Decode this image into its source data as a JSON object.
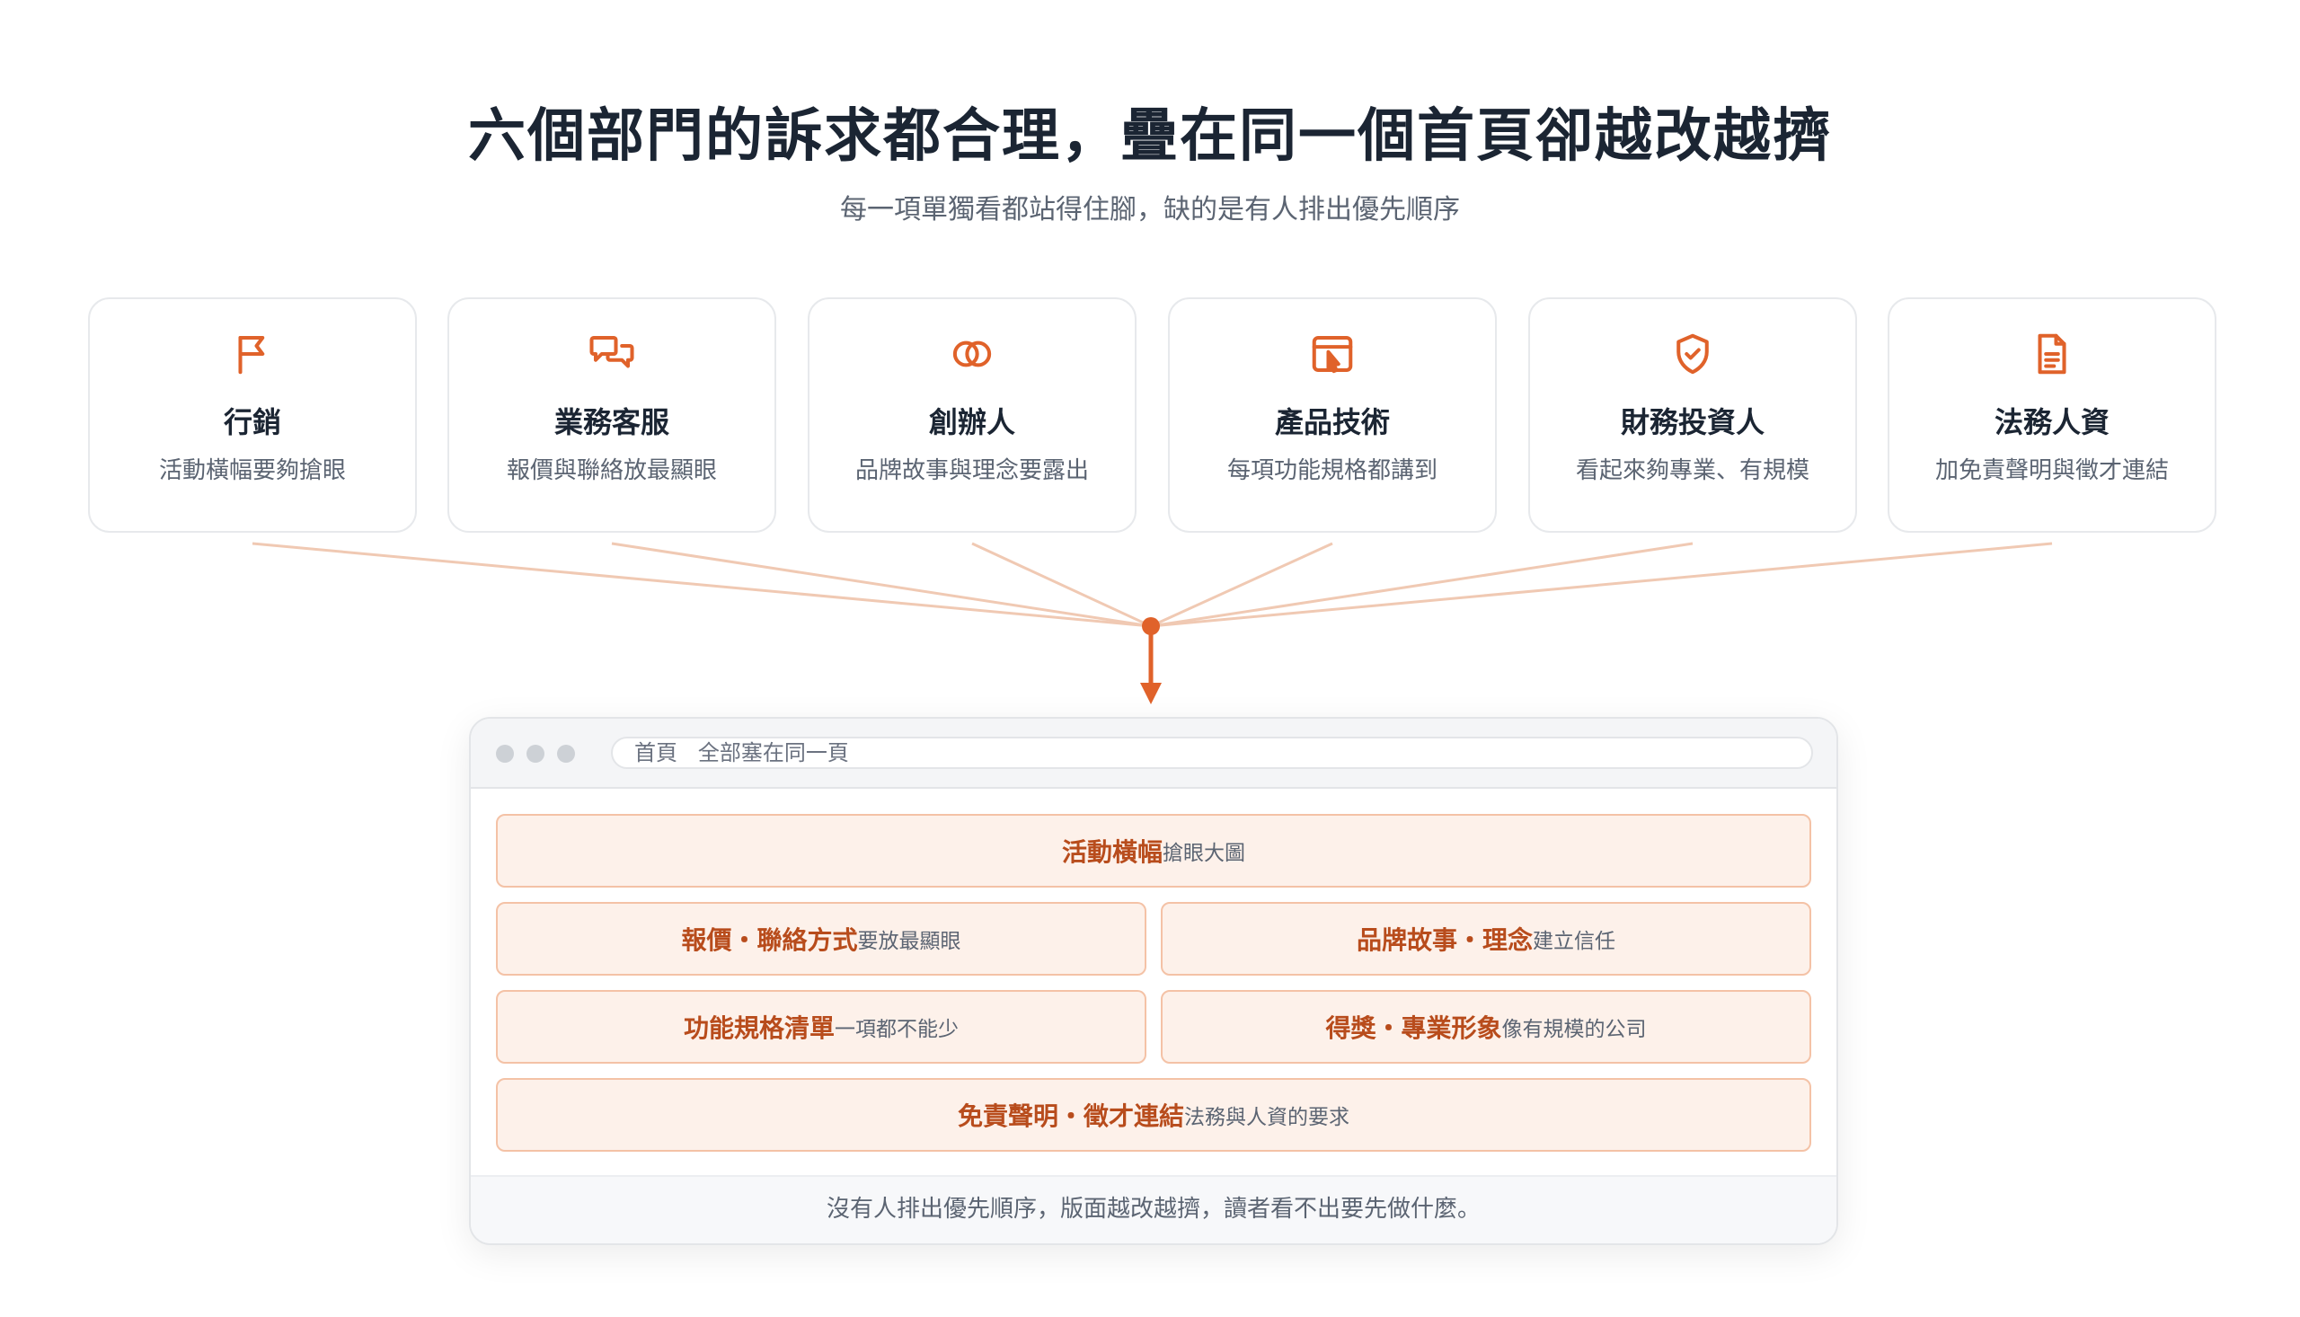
{
  "header": {
    "title": "六個部門的訴求都合理，疊在同一個首頁卻越改越擠",
    "subtitle": "每一項單獨看都站得住腳，缺的是有人排出優先順序"
  },
  "departments": [
    {
      "name": "行銷",
      "desc": "活動橫幅要夠搶眼",
      "icon": "flag-icon"
    },
    {
      "name": "業務客服",
      "desc": "報價與聯絡放最顯眼",
      "icon": "chat-bubbles-icon"
    },
    {
      "name": "創辦人",
      "desc": "品牌故事與理念要露出",
      "icon": "linked-rings-icon"
    },
    {
      "name": "產品技術",
      "desc": "每項功能規格都講到",
      "icon": "browser-cursor-icon"
    },
    {
      "name": "財務投資人",
      "desc": "看起來夠專業、有規模",
      "icon": "shield-check-icon"
    },
    {
      "name": "法務人資",
      "desc": "加免責聲明與徵才連結",
      "icon": "document-icon"
    }
  ],
  "browser": {
    "url_page": "首頁",
    "url_desc": "全部塞在同一頁",
    "blocks": [
      {
        "bold": "活動橫幅",
        "light": "搶眼大圖"
      },
      {
        "bold": "報價・聯絡方式",
        "light": "要放最顯眼"
      },
      {
        "bold": "品牌故事・理念",
        "light": "建立信任"
      },
      {
        "bold": "功能規格清單",
        "light": "一項都不能少"
      },
      {
        "bold": "得獎・專業形象",
        "light": "像有規模的公司"
      },
      {
        "bold": "免責聲明・徵才連結",
        "light": "法務與人資的要求"
      }
    ],
    "footer": "沒有人排出優先順序，版面越改越擠，讀者看不出要先做什麼。"
  },
  "colors": {
    "accent": "#e0622a",
    "connector": "#f0c9b3",
    "block_fill": "#fdf1ea",
    "block_border": "#f4c2a6",
    "block_text": "#b84c1c"
  }
}
